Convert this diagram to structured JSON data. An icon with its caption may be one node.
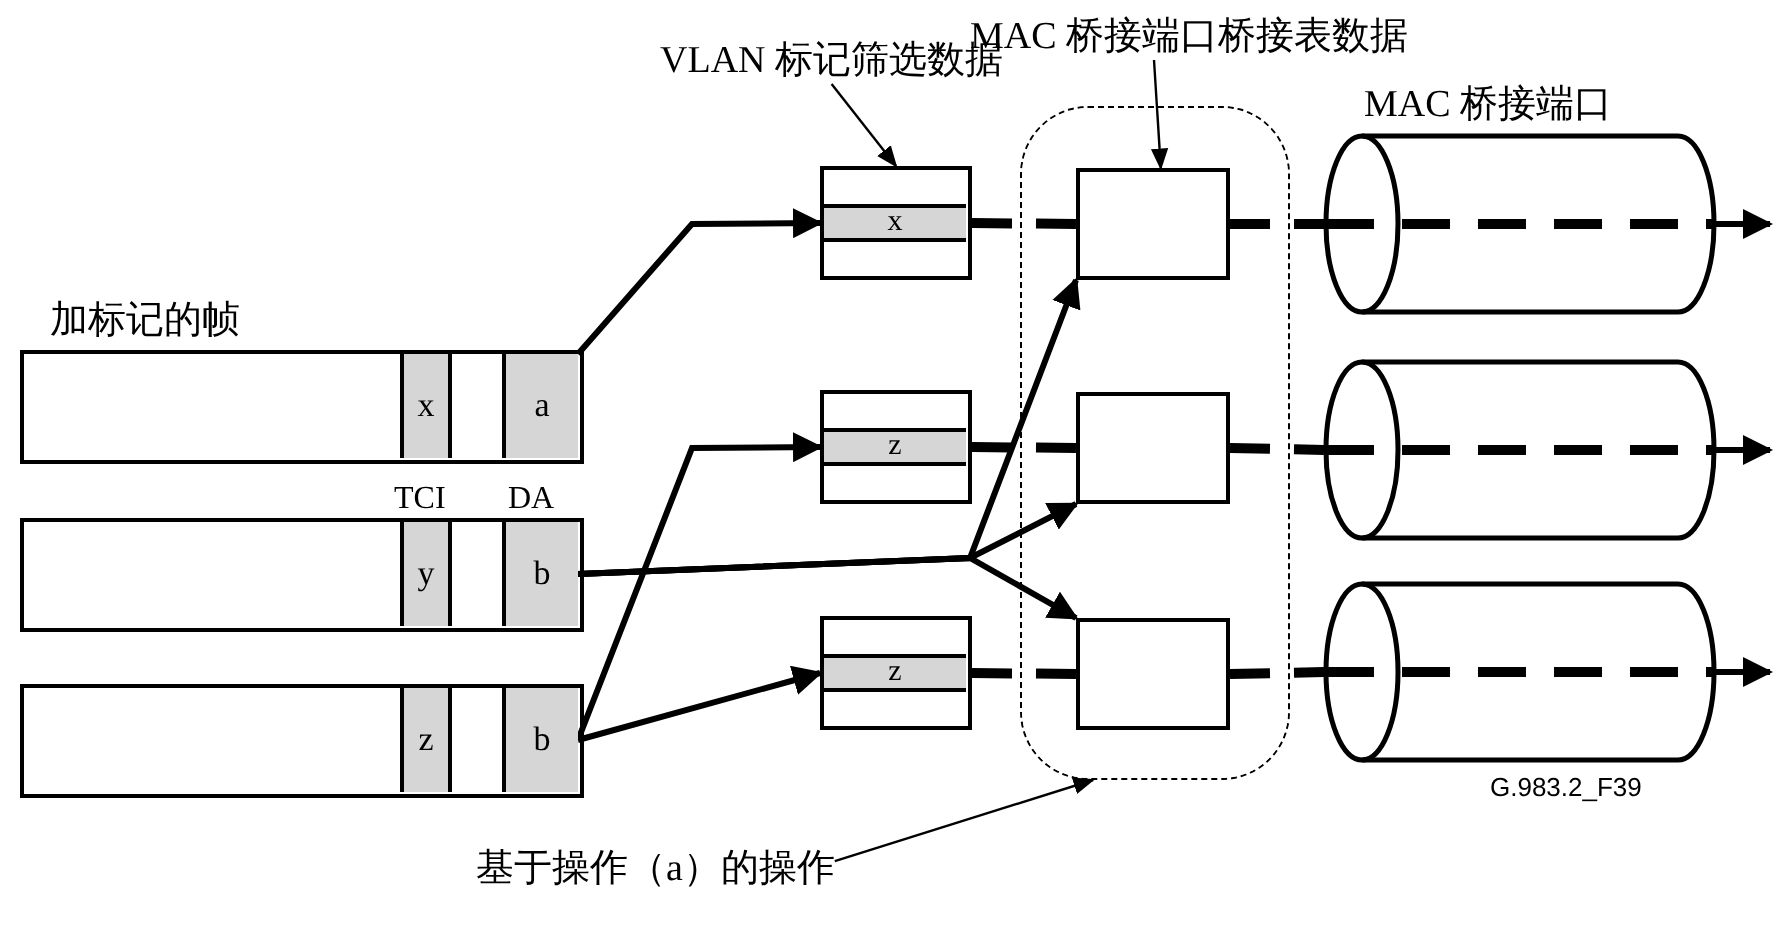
{
  "diagram": {
    "nodes": [
      {
        "text": [],
        "shape": "box"
      },
      {
        "text": [
          "x"
        ],
        "in": 0
      },
      {
        "text": [
          "a"
        ],
        "in": 0
      },
      {
        "text": [],
        "shape": "box"
      },
      {
        "text": [
          "y"
        ],
        "in": 3
      },
      {
        "text": [
          "b"
        ],
        "in": 3
      },
      {
        "text": [],
        "shape": "box"
      },
      {
        "text": [
          "z"
        ],
        "in": 6
      },
      {
        "text": [
          "b"
        ],
        "in": 6
      },
      {
        "text": [
          "x"
        ]
      },
      {
        "text": [
          "z"
        ]
      },
      {
        "text": [
          "z"
        ]
      },
      {
        "text": [],
        "shape": "box"
      },
      {
        "text": [],
        "shape": "box",
        "in": 12
      },
      {
        "text": [],
        "shape": "box",
        "in": 12
      },
      {
        "text": [],
        "shape": "box",
        "in": 12
      },
      {
        "text": [],
        "shape": "cylinder",
        "beside": [
          "MAC 桥接端口"
        ]
      },
      {
        "text": [],
        "shape": "cylinder"
      },
      {
        "text": [],
        "shape": "cylinder"
      },
      {
        "text": [
          "VLAN 标记筛选数据"
        ]
      },
      {
        "text": [
          "MAC 桥接端口桥接表数据"
        ]
      },
      {
        "text": [
          "基于操作（a）的操作"
        ]
      }
    ],
    "edges": [
      {
        "from": 2,
        "to": 9,
        "arrow": "to"
      },
      {
        "from": 5,
        "to": 13,
        "arrow": "to"
      },
      {
        "from": 5,
        "to": 14,
        "arrow": "to"
      },
      {
        "from": 5,
        "to": 15,
        "arrow": "to"
      },
      {
        "from": 8,
        "to": 10,
        "arrow": "to"
      },
      {
        "from": 8,
        "to": 11,
        "arrow": "to"
      },
      {
        "from": 9,
        "to": 13,
        "arrow": "none",
        "style": "dashed"
      },
      {
        "from": 10,
        "to": 14,
        "arrow": "none",
        "style": "dashed"
      },
      {
        "from": 11,
        "to": 15,
        "arrow": "none",
        "style": "dashed"
      },
      {
        "from": 13,
        "to": 16,
        "arrow": "none",
        "style": "dashed"
      },
      {
        "from": 14,
        "to": 17,
        "arrow": "none",
        "style": "dashed"
      },
      {
        "from": 15,
        "to": 18,
        "arrow": "none",
        "style": "dashed"
      },
      {
        "from": 16,
        "to": null,
        "arrow": "to"
      },
      {
        "from": 17,
        "to": null,
        "arrow": "to"
      },
      {
        "from": 18,
        "to": null,
        "arrow": "to"
      },
      {
        "from": 19,
        "to": 9,
        "arrow": "to"
      },
      {
        "from": 20,
        "to": 13,
        "arrow": "to"
      },
      {
        "from": 21,
        "to": 12,
        "arrow": "to"
      }
    ],
    "labels": [
      "加标记的帧",
      "TCI",
      "DA",
      "G.983.2_F39"
    ]
  }
}
